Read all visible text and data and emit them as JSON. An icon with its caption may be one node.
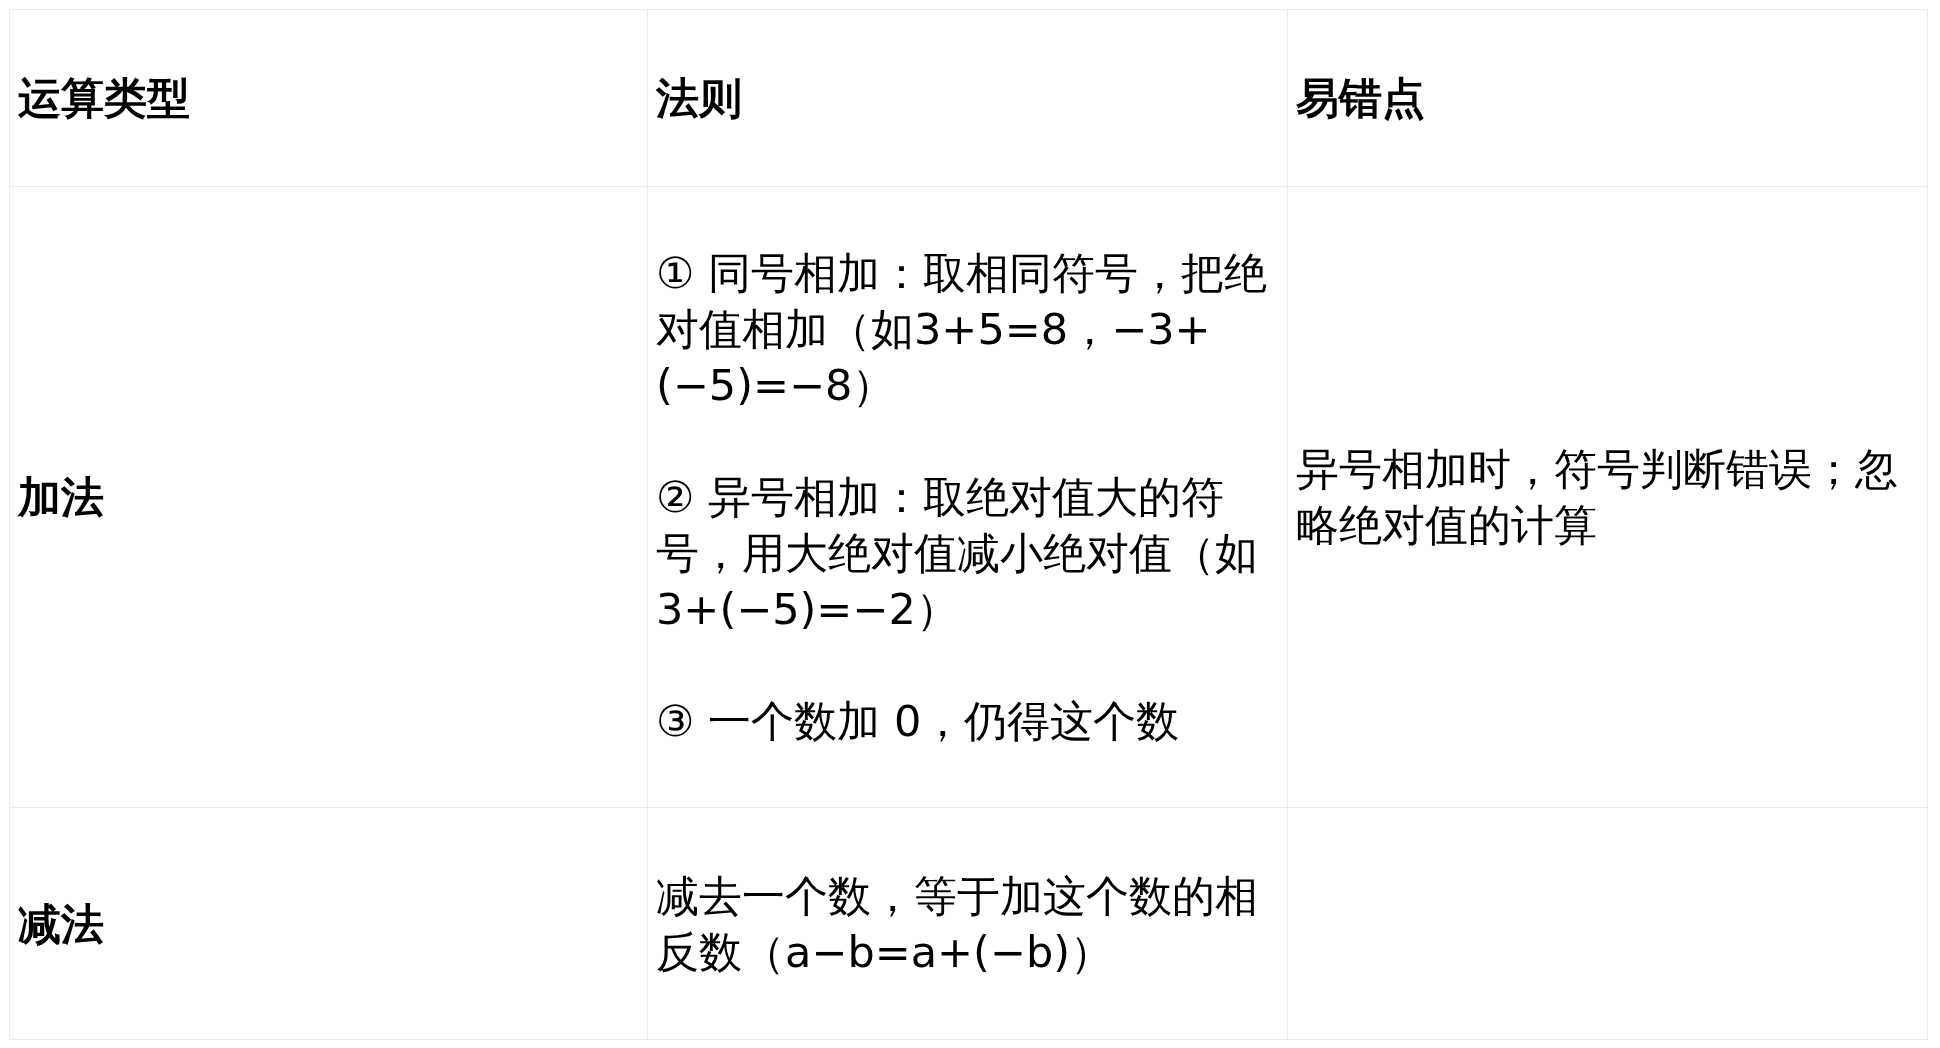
{
  "diagram": {
    "labels": [
      "运算类型",
      "法则",
      "易错点",
      "加法",
      "① 同号相加：取相同符号，把绝对值相加（如3+5=8，−3+(−5)=−8）",
      "② 异号相加：取绝对值大的符号，用大绝对值减小绝对值（如3+(−5)=−2）",
      "③ 一个数加 0，仍得这个数",
      "异号相加时，符号判断错误；忽略绝对值的计算",
      "减法",
      "减去一个数，等于加这个数的相反数（a−b=a+(−b)）"
    ]
  }
}
